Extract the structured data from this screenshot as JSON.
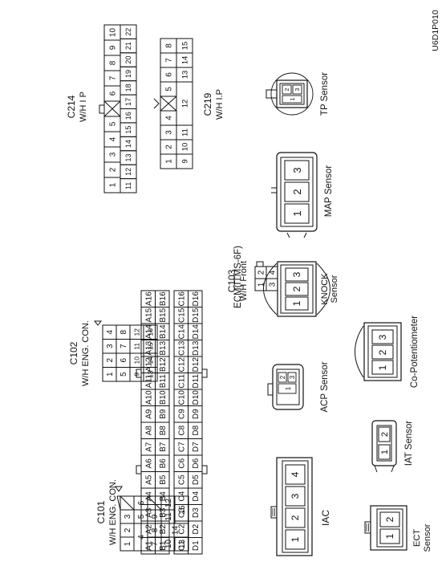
{
  "figure_code": "U6D1P010",
  "ecm": {
    "label": "ECM(ITMS-6F)",
    "rows": [
      [
        "A1",
        "A2",
        "A3",
        "A4",
        "A5",
        "A6",
        "A7",
        "A8",
        "A9",
        "A10",
        "A11",
        "A12",
        "A13",
        "A14",
        "A15",
        "A16"
      ],
      [
        "B1",
        "B2",
        "B3",
        "B4",
        "B5",
        "B6",
        "B7",
        "B8",
        "B9",
        "B10",
        "B11",
        "B12",
        "B13",
        "B14",
        "B15",
        "B16"
      ],
      [
        "C1",
        "C2",
        "C3",
        "C4",
        "C5",
        "C6",
        "C7",
        "C8",
        "C9",
        "C10",
        "C11",
        "C12",
        "C13",
        "C14",
        "C15",
        "C16"
      ],
      [
        "D1",
        "D2",
        "D3",
        "D4",
        "D5",
        "D6",
        "D7",
        "D8",
        "D9",
        "D10",
        "D11",
        "D12",
        "D13",
        "D14",
        "D15",
        "D16"
      ]
    ]
  },
  "c101": {
    "name": "C101",
    "location": "W/H ENG. CON.",
    "pins": [
      "1",
      "2",
      "3",
      "4",
      "5",
      "6",
      "7",
      "8",
      "9",
      "10",
      "11",
      "12",
      "13",
      "14",
      "15"
    ]
  },
  "c102": {
    "name": "C102",
    "location": "W/H ENG. CON.",
    "pins": [
      "1",
      "2",
      "3",
      "4",
      "5",
      "6",
      "7",
      "8",
      "9",
      "10",
      "11",
      "12",
      "13",
      "14",
      "15",
      "16"
    ]
  },
  "c103": {
    "name": "C103",
    "location": "W/H Front",
    "pins": [
      "1",
      "2",
      "3",
      "4"
    ]
  },
  "c214": {
    "name": "C214",
    "location": "W/H I P",
    "pins": [
      "1",
      "2",
      "3",
      "4",
      "5",
      "6",
      "7",
      "8",
      "9",
      "10",
      "11",
      "12",
      "13",
      "14",
      "15",
      "16",
      "17",
      "18",
      "19",
      "20",
      "21",
      "22"
    ]
  },
  "c219": {
    "name": "C219",
    "location": "W/H I.P",
    "pins": [
      "1",
      "2",
      "3",
      "4",
      "5",
      "6",
      "7",
      "8",
      "9",
      "10",
      "11",
      "12",
      "13",
      "14",
      "15"
    ]
  },
  "sensors": {
    "ect": {
      "label1": "ECT",
      "label2": "Sensor",
      "pins": [
        "1",
        "2"
      ]
    },
    "iac": {
      "label": "IAC",
      "pins": [
        "1",
        "2",
        "3",
        "4"
      ]
    },
    "iat": {
      "label": "IAT Sensor",
      "pins": [
        "1",
        "2"
      ]
    },
    "acp": {
      "label": "ACP Sensor",
      "pins": [
        "1",
        "2",
        "3"
      ]
    },
    "knock": {
      "label1": "KNOCK",
      "label2": "Sensor",
      "pins": [
        "1",
        "2",
        "3"
      ]
    },
    "copot": {
      "label": "Co-Potentiometer",
      "pins": [
        "1",
        "2",
        "3"
      ]
    },
    "map": {
      "label": "MAP Sensor",
      "pins": [
        "1",
        "2",
        "3"
      ]
    },
    "tp": {
      "label": "TP Sensor",
      "pins": [
        "1",
        "2",
        "3"
      ]
    }
  }
}
